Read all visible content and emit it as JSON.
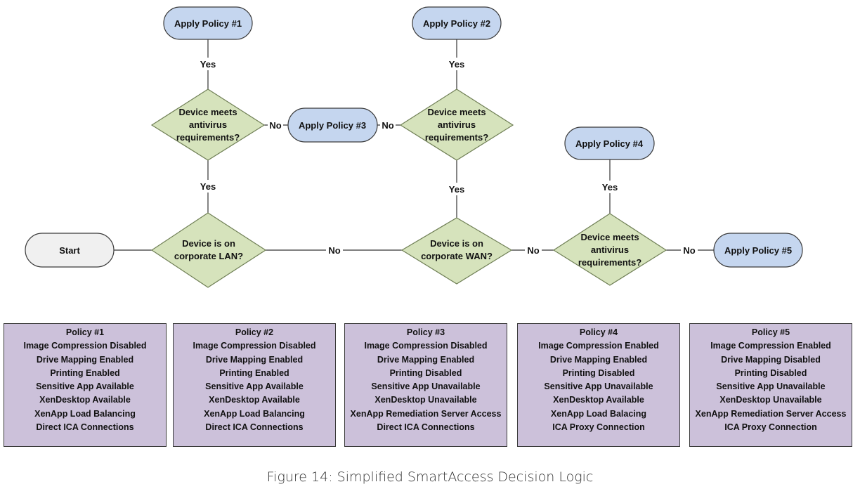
{
  "nodes": {
    "start": "Start",
    "apply1": "Apply Policy #1",
    "apply2": "Apply Policy #2",
    "apply3": "Apply Policy #3",
    "apply4": "Apply Policy #4",
    "apply5": "Apply Policy #5",
    "d_lan": [
      "Device is on",
      "corporate LAN?"
    ],
    "d_wan": [
      "Device is on",
      "corporate WAN?"
    ],
    "d_av1": [
      "Device meets",
      "antivirus",
      "requirements?"
    ],
    "d_av2": [
      "Device meets",
      "antivirus",
      "requirements?"
    ],
    "d_av3": [
      "Device meets",
      "antivirus",
      "requirements?"
    ]
  },
  "edges": {
    "yes": "Yes",
    "no": "No"
  },
  "policies": [
    {
      "title": "Policy #1",
      "lines": [
        "Image Compression Disabled",
        "Drive Mapping Enabled",
        "Printing Enabled",
        "Sensitive App Available",
        "XenDesktop Available",
        "XenApp Load Balancing",
        "Direct ICA Connections"
      ]
    },
    {
      "title": "Policy #2",
      "lines": [
        "Image Compression Disabled",
        "Drive Mapping Enabled",
        "Printing Enabled",
        "Sensitive App Available",
        "XenDesktop Available",
        "XenApp Load Balancing",
        "Direct ICA Connections"
      ]
    },
    {
      "title": "Policy #3",
      "lines": [
        "Image Compression Disabled",
        "Drive Mapping Enabled",
        "Printing Disabled",
        "Sensitive App Unavailable",
        "XenDesktop Unavailable",
        "XenApp Remediation Server Access",
        "Direct ICA Connections"
      ]
    },
    {
      "title": "Policy #4",
      "lines": [
        "Image Compression Enabled",
        "Drive Mapping Enabled",
        "Printing Disabled",
        "Sensitive App Unavailable",
        "XenDesktop Available",
        "XenApp Load Balacing",
        "ICA Proxy Connection"
      ]
    },
    {
      "title": "Policy #5",
      "lines": [
        "Image Compression Enabled",
        "Drive Mapping Disabled",
        "Printing Disabled",
        "Sensitive App Unavailable",
        "XenDesktop Unavailable",
        "XenApp Remediation Server Access",
        "ICA Proxy Connection"
      ]
    }
  ],
  "caption": "Figure 14: Simplified SmartAccess Decision Logic",
  "colors": {
    "decision_fill": "#d6e3bc",
    "action_fill": "#c5d6ef",
    "start_fill": "#f0f0f0",
    "policy_fill": "#ccc1da"
  }
}
